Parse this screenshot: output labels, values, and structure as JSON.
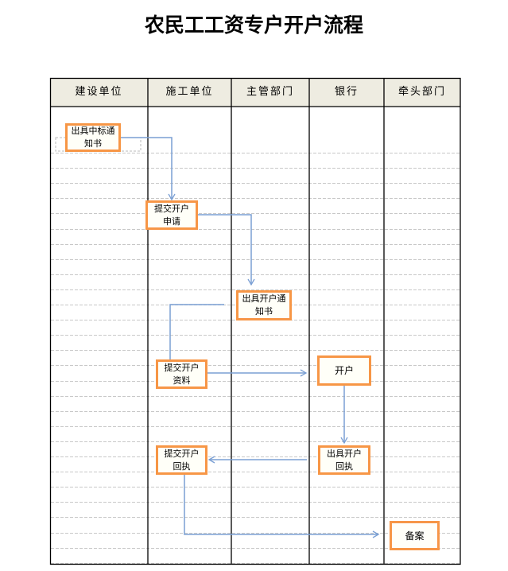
{
  "title": "农民工工资专户开户流程",
  "lanes": [
    "建设单位",
    "施工单位",
    "主管部门",
    "银行",
    "牵头部门"
  ],
  "steps": {
    "issue_bid_notice": "出具中标通知书",
    "submit_application": "提交开户申请",
    "issue_account_notice": "出具开户通知书",
    "submit_materials": "提交开户资料",
    "open_account": "开户",
    "issue_receipt": "出具开户回执",
    "submit_receipt": "提交开户回执",
    "record_filing": "备案"
  },
  "colors": {
    "box_border": "#f79646",
    "arrow": "#7a9fd4",
    "header_bg": "#eeece1"
  }
}
